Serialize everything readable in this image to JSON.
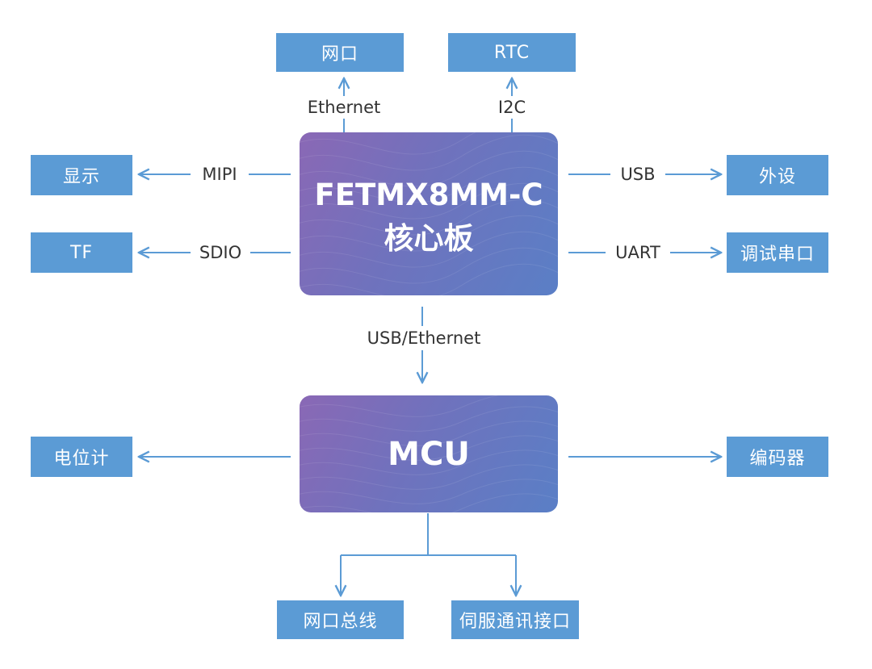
{
  "core_board": {
    "title_line1": "FETMX8MM-C",
    "title_line2": "核心板"
  },
  "mcu": {
    "title": "MCU"
  },
  "peripherals": {
    "network_port": "网口",
    "rtc": "RTC",
    "display": "显示",
    "tf": "TF",
    "external_device": "外设",
    "debug_serial": "调试串口",
    "potentiometer": "电位计",
    "encoder": "编码器",
    "network_bus": "网口总线",
    "servo_comm": "伺服通讯接口"
  },
  "links": {
    "ethernet": "Ethernet",
    "i2c": "I2C",
    "mipi": "MIPI",
    "sdio": "SDIO",
    "usb": "USB",
    "uart": "UART",
    "usb_ethernet": "USB/Ethernet"
  },
  "colors": {
    "box": "#5b9bd5",
    "connector": "#5b9bd5",
    "core_gradient_start": "#8a68b5",
    "core_gradient_end": "#5a7fc6",
    "label_text": "#333333"
  }
}
